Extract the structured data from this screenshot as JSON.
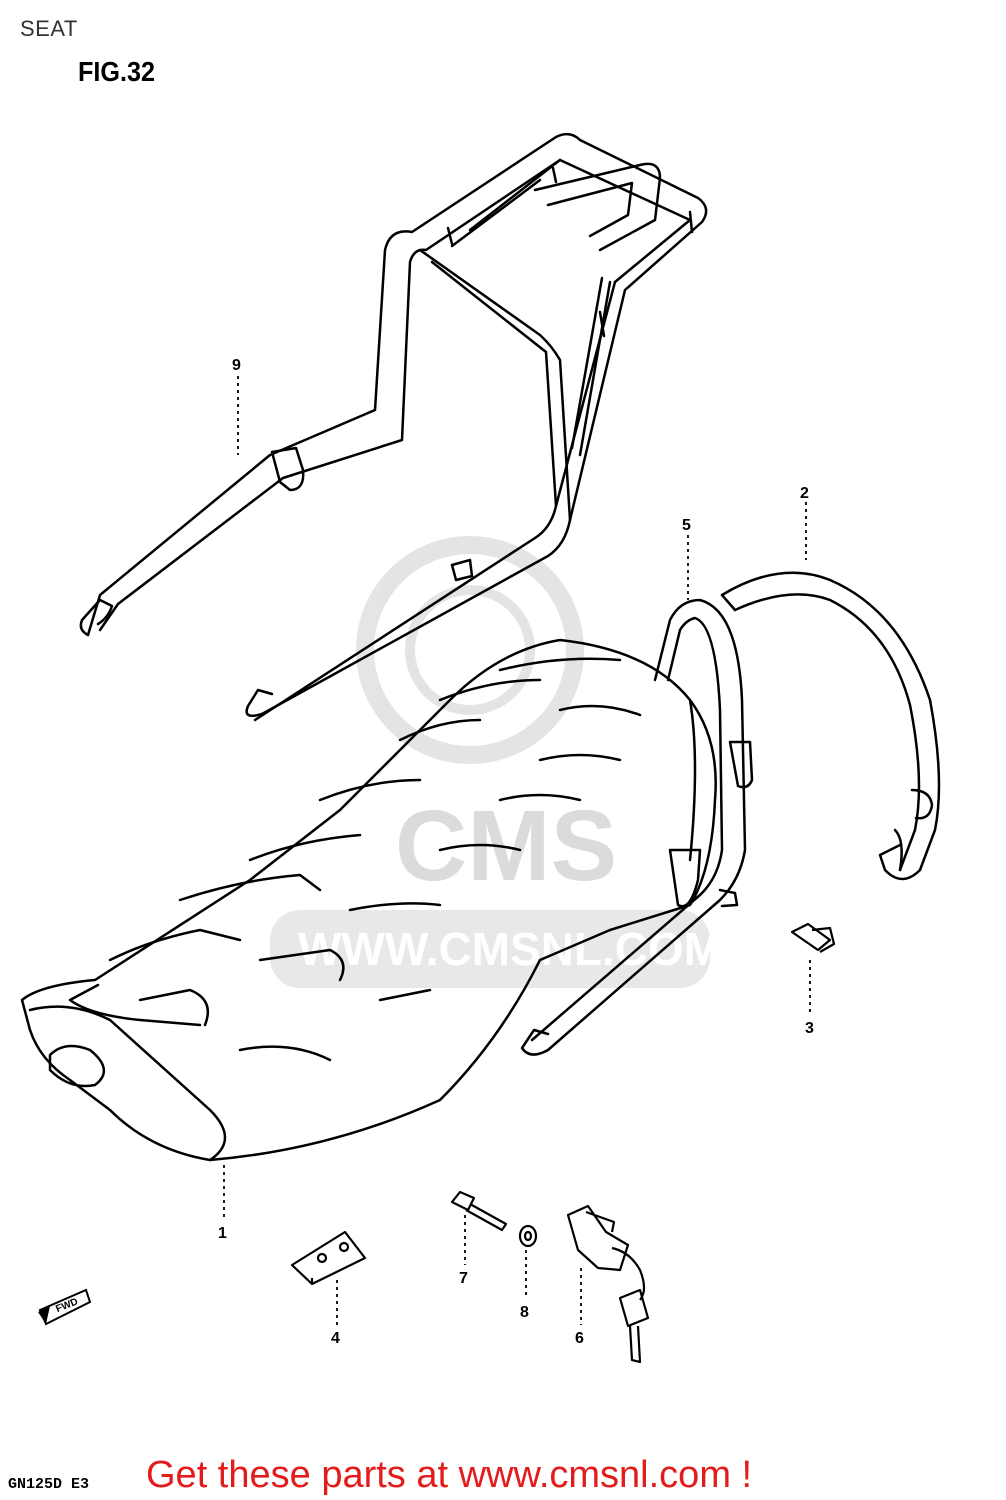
{
  "page_title": "SEAT",
  "figure_label": "FIG.32",
  "model_code": "GN125D E3",
  "call_to_action": "Get these parts at www.cmsnl.com !",
  "watermark": {
    "brand": "CMS",
    "url": "WWW.CMSNL.COM"
  },
  "fwd_label": "FWD",
  "parts": [
    {
      "number": "1"
    },
    {
      "number": "2"
    },
    {
      "number": "3"
    },
    {
      "number": "4"
    },
    {
      "number": "5"
    },
    {
      "number": "6"
    },
    {
      "number": "7"
    },
    {
      "number": "8"
    },
    {
      "number": "9"
    }
  ],
  "colors": {
    "cta": "#e31b1b",
    "line": "#000000",
    "watermark": "#d8d8d8"
  }
}
